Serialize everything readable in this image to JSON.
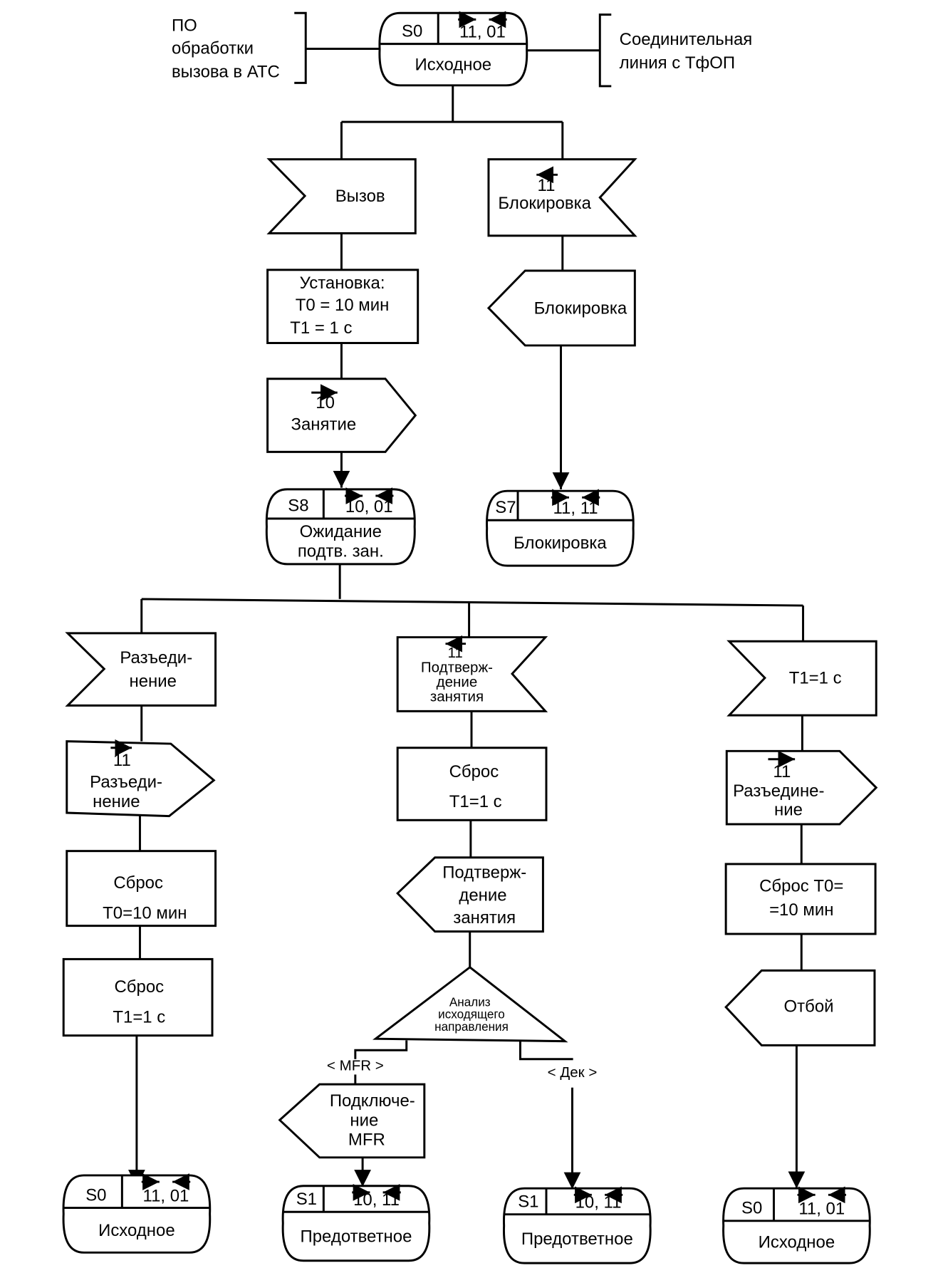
{
  "diagram": {
    "left_annotation": [
      "ПО",
      "обработки",
      "вызова в АТС"
    ],
    "right_annotation": [
      "Соединительная",
      "линия с ТфОП"
    ],
    "states": {
      "s0_top": {
        "id": "S0",
        "signals": "11, 01",
        "name": [
          "Исходное"
        ]
      },
      "s8": {
        "id": "S8",
        "signals": "10, 01",
        "name": [
          "Ожидание",
          "подтв. зан."
        ]
      },
      "s7": {
        "id": "S7",
        "signals": "11, 11",
        "name": [
          "Блокировка"
        ]
      },
      "s0_left": {
        "id": "S0",
        "signals": "11, 01",
        "name": [
          "Исходное"
        ]
      },
      "s1_mfr": {
        "id": "S1",
        "signals": "10, 11",
        "name": [
          "Предответное"
        ]
      },
      "s1_dek": {
        "id": "S1",
        "signals": "10, 11",
        "name": [
          "Предответное"
        ]
      },
      "s0_right": {
        "id": "S0",
        "signals": "11, 01",
        "name": [
          "Исходное"
        ]
      }
    },
    "nodes": {
      "input_call": {
        "lines": [
          "Вызов"
        ]
      },
      "input_block": {
        "signal": "11",
        "lines": [
          "Блокировка"
        ]
      },
      "task_set": {
        "lines": [
          "Установка:",
          "T0 = 10 мин",
          "T1 = 1 с"
        ]
      },
      "output_block": {
        "lines": [
          "Блокировка"
        ]
      },
      "output_seize": {
        "signal": "10",
        "lines": [
          "Занятие"
        ]
      },
      "input_release": {
        "lines": [
          "Разъеди-",
          "нение"
        ]
      },
      "input_confirm": {
        "signal": "11",
        "lines": [
          "Подтверж-",
          "дение",
          "занятия"
        ]
      },
      "input_timer": {
        "lines": [
          "T1=1 с"
        ]
      },
      "output_release_left": {
        "signal": "11",
        "lines": [
          "Разъеди-",
          "нение"
        ]
      },
      "task_reset_t0_left": {
        "lines": [
          "Сброс",
          "T0=10 мин"
        ]
      },
      "task_reset_t1_left": {
        "lines": [
          "Сброс",
          "T1=1 с"
        ]
      },
      "task_reset_t1_mid": {
        "lines": [
          "Сброс",
          "T1=1 с"
        ]
      },
      "output_confirm": {
        "lines": [
          "Подтверж-",
          "дение",
          "занятия"
        ]
      },
      "decision": {
        "lines": [
          "Анализ",
          "исходящего",
          "направления"
        ]
      },
      "branch_mfr": "< MFR >",
      "branch_dek": "< Дек >",
      "output_mfr": {
        "lines": [
          "Подключе-",
          "ние",
          "MFR"
        ]
      },
      "output_release_right": {
        "signal": "11",
        "lines": [
          "Разъедине-",
          "ние"
        ]
      },
      "task_reset_t0_right": {
        "lines": [
          "Сброс T0=",
          "=10 мин"
        ]
      },
      "output_clear": {
        "lines": [
          "Отбой"
        ]
      }
    }
  }
}
